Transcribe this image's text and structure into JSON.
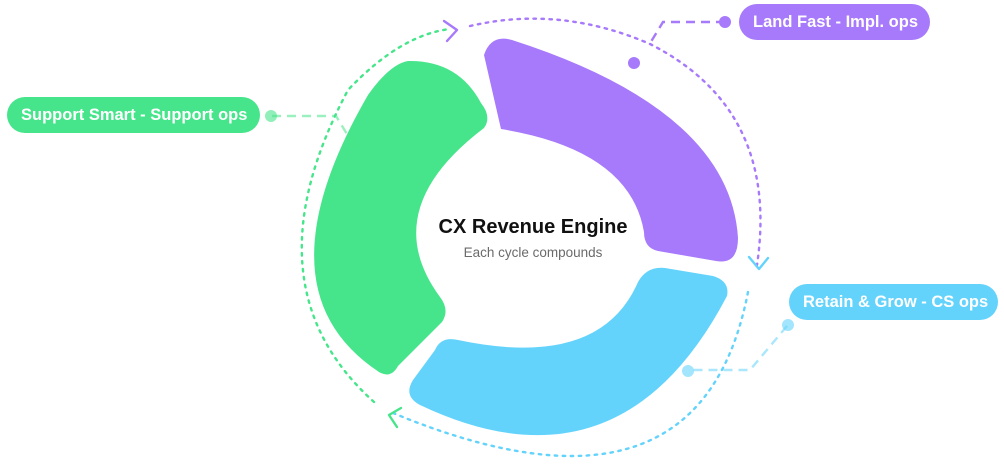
{
  "center": {
    "title": "CX Revenue Engine",
    "subtitle": "Each cycle compounds"
  },
  "stages": [
    {
      "id": "land",
      "label": "Land Fast - Impl. ops",
      "color": "#A779FB"
    },
    {
      "id": "retain",
      "label": "Retain & Grow - CS ops",
      "color": "#64D3FC"
    },
    {
      "id": "support",
      "label": "Support Smart - Support ops",
      "color": "#47E58B"
    }
  ]
}
